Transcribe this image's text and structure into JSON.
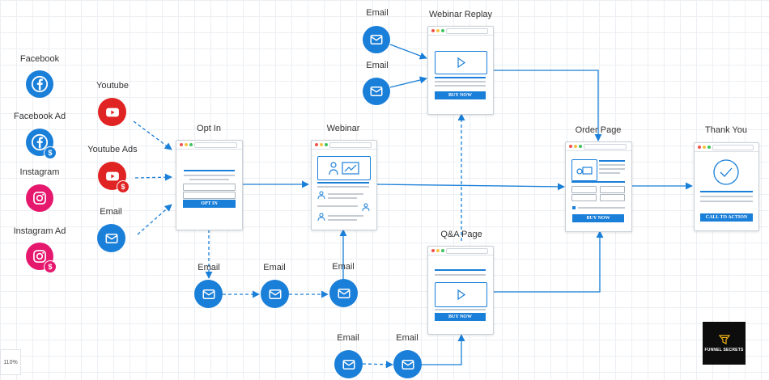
{
  "sources": {
    "facebook": "Facebook",
    "facebook_ad": "Facebook Ad",
    "instagram": "Instagram",
    "instagram_ad": "Instagram Ad",
    "youtube": "Youtube",
    "youtube_ads": "Youtube Ads",
    "email": "Email"
  },
  "pages": {
    "opt_in": {
      "title": "Opt In",
      "button": "OPT IN"
    },
    "webinar": {
      "title": "Webinar"
    },
    "webinar_replay": {
      "title": "Webinar Replay",
      "button": "BUY NOW"
    },
    "qa_page": {
      "title": "Q&A Page",
      "button": "BUY NOW"
    },
    "order_page": {
      "title": "Order Page",
      "button": "BUY NOW"
    },
    "thank_you": {
      "title": "Thank You",
      "button": "CALL TO ACTION"
    }
  },
  "email_nodes": {
    "replay_top": "Email",
    "replay_bottom": "Email",
    "optin_followup": "Email",
    "sequence_2": "Email",
    "webinar_reminder": "Email",
    "qa_1": "Email",
    "qa_2": "Email"
  },
  "zoom_level": "110%",
  "logo": {
    "text": "FUNNEL SECRETS"
  },
  "colors": {
    "accent": "#1a7fd8",
    "youtube": "#e02424",
    "instagram": "#e6186e",
    "grid": "#eceff3"
  }
}
